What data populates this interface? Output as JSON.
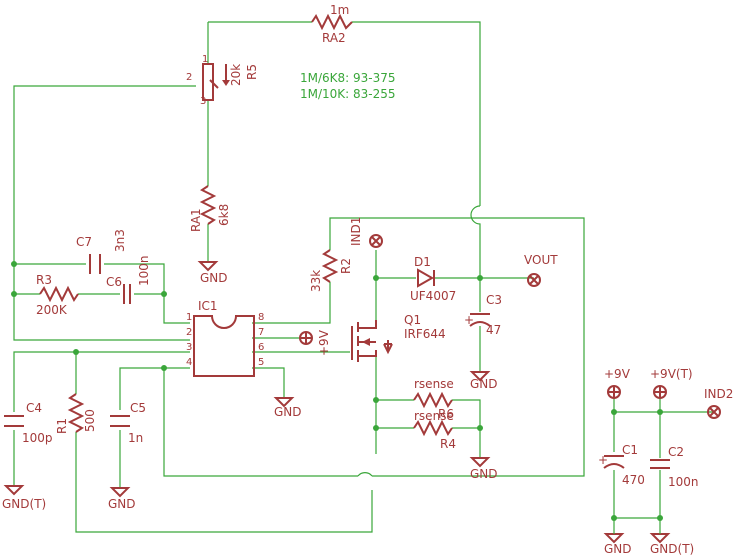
{
  "annotations": {
    "line1": "1M/6K8: 93-375",
    "line2": "1M/10K: 83-255"
  },
  "components": {
    "ra2": {
      "name": "RA2",
      "value": "1m"
    },
    "r5": {
      "name": "R5",
      "value": "20k",
      "pin1": "1",
      "pin2": "2",
      "pin3": "3"
    },
    "ra1": {
      "name": "RA1",
      "value": "6k8"
    },
    "c7": {
      "name": "C7",
      "value": "3n3"
    },
    "c6": {
      "name": "C6",
      "value": "100n"
    },
    "r3": {
      "name": "R3",
      "value": "200K"
    },
    "ic1": {
      "name": "IC1",
      "pins": [
        "1",
        "2",
        "3",
        "4",
        "5",
        "6",
        "7",
        "8"
      ]
    },
    "r2": {
      "name": "R2",
      "value": "33k"
    },
    "ind1": {
      "name": "IND1"
    },
    "d1": {
      "name": "D1",
      "value": "UF4007"
    },
    "vout": {
      "name": "VOUT"
    },
    "c3": {
      "name": "C3",
      "value": "47"
    },
    "q1": {
      "name": "Q1",
      "value": "IRF644"
    },
    "vcc_ic": {
      "name": "+9V"
    },
    "r6": {
      "name": "R6",
      "value": "rsense"
    },
    "r4": {
      "name": "R4",
      "value": "rsense"
    },
    "c4": {
      "name": "C4",
      "value": "100p"
    },
    "r1": {
      "name": "R1",
      "value": "500"
    },
    "c5": {
      "name": "C5",
      "value": "1n"
    },
    "c1": {
      "name": "C1",
      "value": "470"
    },
    "c2": {
      "name": "C2",
      "value": "100n"
    },
    "ind2": {
      "name": "IND2"
    }
  },
  "power": {
    "gnd": "GND",
    "gnd_t": "GND(T)",
    "vcc": "+9V",
    "vcc_t": "+9V(T)"
  }
}
